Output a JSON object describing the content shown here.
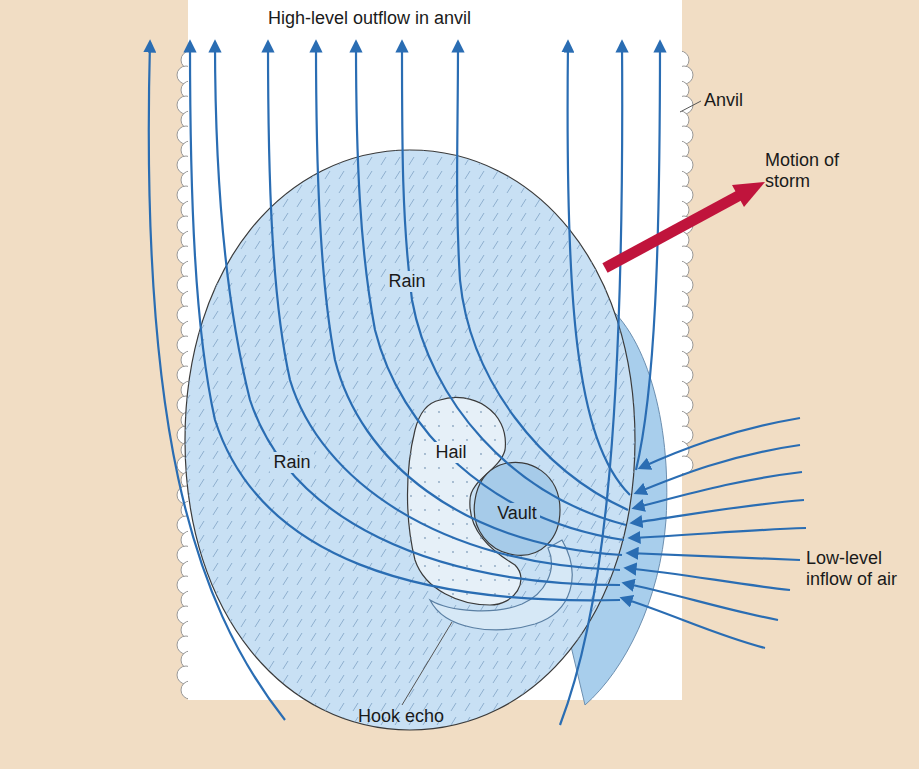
{
  "diagram": {
    "nodes": [
      {
        "text": [
          "Rain",
          "Rain"
        ]
      },
      {
        "text": [
          "Hail"
        ],
        "in": 0
      },
      {
        "text": [
          "Vault"
        ],
        "in": 0
      }
    ],
    "labels": [
      "High-level outflow in anvil",
      "Anvil",
      "Motion of storm",
      "Low-level inflow of air",
      "Hook echo"
    ]
  }
}
